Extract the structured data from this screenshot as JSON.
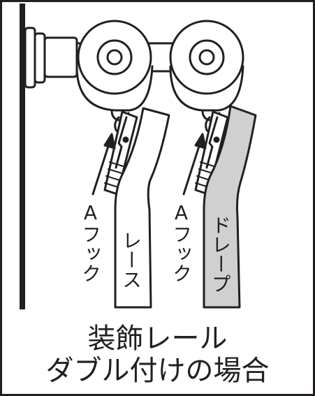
{
  "labels": {
    "hook_left": "Aフック",
    "lace": "レース",
    "hook_right": "Aフック",
    "drape": "ドレープ"
  },
  "caption": {
    "line1": "装飾レール",
    "line2": "ダブル付けの場合"
  },
  "colors": {
    "ink": "#231f20",
    "drape_fill": "#d0d0d0",
    "background": "#ffffff"
  }
}
